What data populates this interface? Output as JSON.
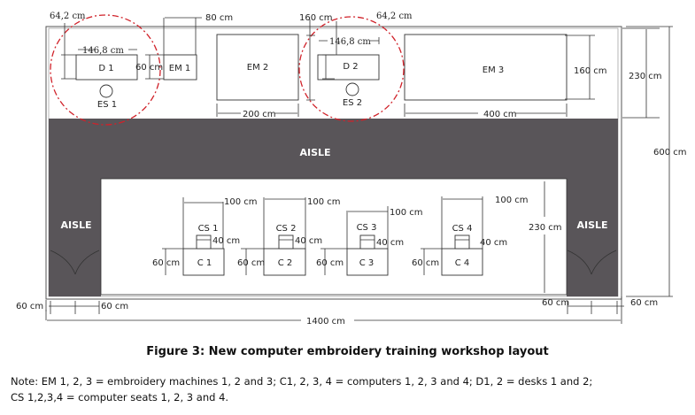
{
  "figure": {
    "caption": "Figure 3: New computer embroidery training workshop layout",
    "note_line1": "Note: EM 1, 2, 3 = embroidery machines 1, 2 and 3; C1, 2, 3, 4 = computers 1, 2, 3 and 4; D1, 2 = desks 1 and 2;",
    "note_line2": "CS 1,2,3,4 = computer seats 1, 2, 3 and 4."
  },
  "labels": {
    "d1": "D 1",
    "d2": "D 2",
    "em1": "EM 1",
    "em2": "EM 2",
    "em3": "EM 3",
    "es1": "ES 1",
    "es2": "ES 2",
    "c1": "C 1",
    "c2": "C 2",
    "c3": "C 3",
    "c4": "C 4",
    "cs1": "CS 1",
    "cs2": "CS 2",
    "cs3": "CS 3",
    "cs4": "CS 4",
    "aisle_center": "AISLE",
    "aisle_left": "AISLE",
    "aisle_right": "AISLE"
  },
  "dimensions": {
    "d1_offset": "64,2  cm",
    "d2_offset": "64,2  cm",
    "d1_width": "146,8  cm",
    "d2_width": "146,8  cm",
    "d_depth": "60 cm",
    "em1_width": "80 cm",
    "em2_depth": "160 cm",
    "em2_width": "200 cm",
    "em3_width": "400 cm",
    "em3_depth": "160 cm",
    "top_zone": "230 cm",
    "room_depth": "600 cm",
    "bottom_zone": "230 cm",
    "c1_width": "100 cm",
    "c2_width": "100 cm",
    "c3_width": "100 cm",
    "c4_width": "100 cm",
    "cs1_width": "40 cm",
    "cs2_width": "40 cm",
    "cs3_width": "40 cm",
    "cs4_width": "40 cm",
    "c1_depth": "60 cm",
    "c2_depth": "60 cm",
    "c3_depth": "60 cm",
    "c4_depth": "60 cm",
    "door_left_a": "60 cm",
    "door_left_b": "60 cm",
    "door_right_a": "60 cm",
    "door_right_b": "60 cm",
    "room_width": "1400 cm"
  },
  "colors": {
    "aisle": "#595559",
    "highlight": "#d0222a"
  }
}
